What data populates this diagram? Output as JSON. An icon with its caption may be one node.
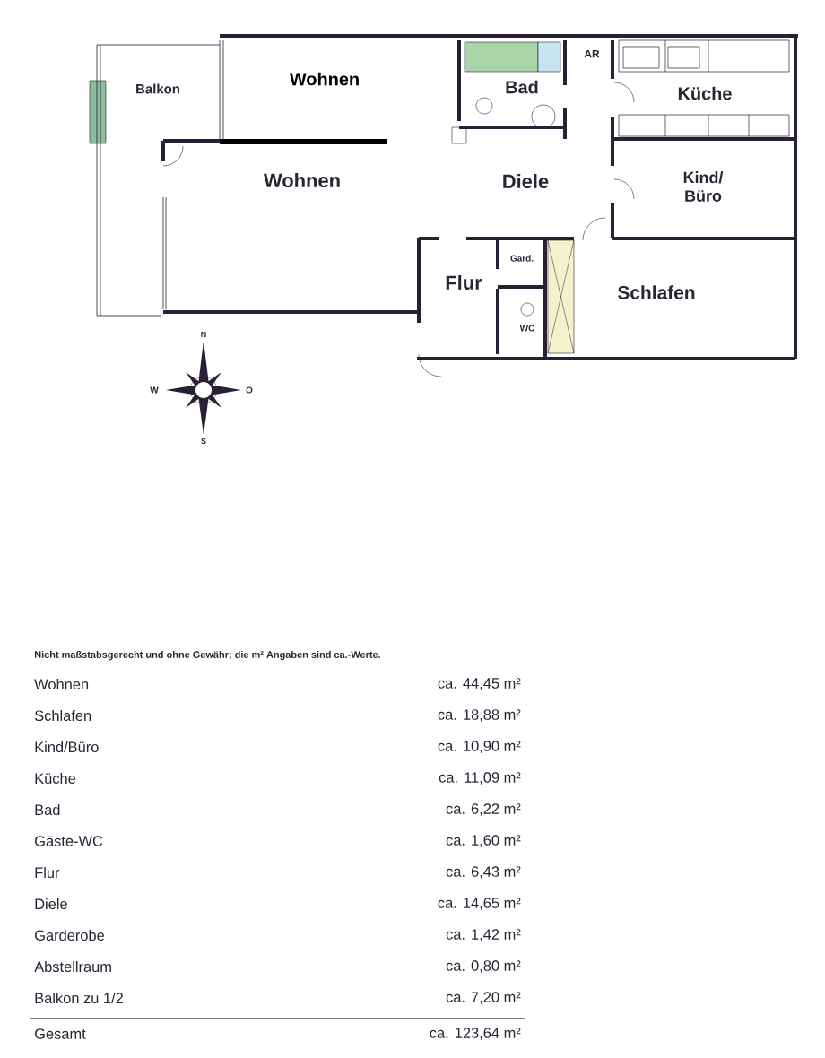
{
  "diagram": {
    "labels": [
      "Balkon",
      "Wohnen",
      "AR",
      "Bad",
      "Küche",
      "Wohnen",
      "Diele",
      "Kind/ Büro",
      "Flur",
      "Gard.",
      "Schlafen",
      "WC",
      "N",
      "W",
      "O",
      "S",
      "Nicht maßstabsgerecht und ohne Gewähr; die m² Angaben sind ca.-Werte.",
      "Wohnen",
      "ca. 44,45 m²",
      "Schlafen",
      "ca. 18,88 m²",
      "Kind/Büro",
      "ca. 10,90 m²",
      "Küche",
      "ca. 11,09 m²",
      "Bad",
      "ca. 6,22 m²",
      "Gäste-WC",
      "ca. 1,60 m²",
      "Flur",
      "ca. 6,43 m²",
      "Diele",
      "ca. 14,65 m²",
      "Garderobe",
      "ca. 1,42 m²",
      "Abstellraum",
      "ca. 0,80 m²",
      "Balkon zu 1/2",
      "ca. 7,20 m²",
      "Gesamt",
      "ca. 123,64 m²"
    ]
  }
}
